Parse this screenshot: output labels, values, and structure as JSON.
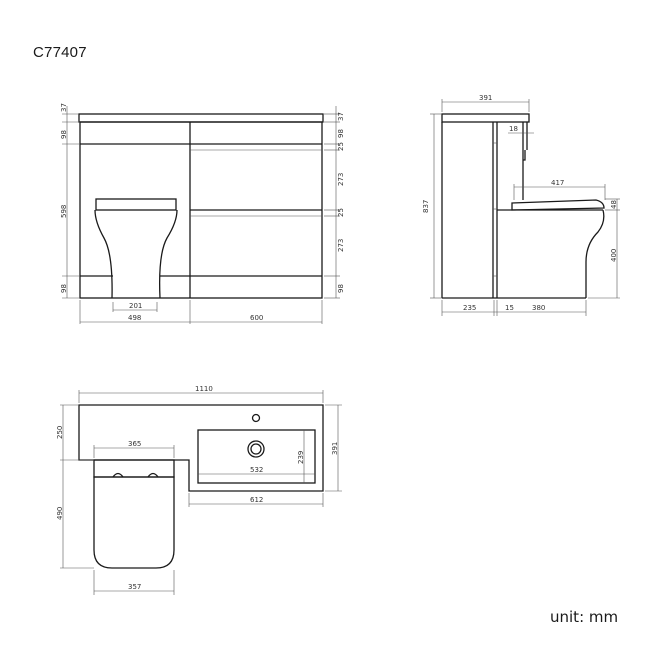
{
  "title": "C77407",
  "unit_label": "unit: mm",
  "front_view": {
    "left_dims": [
      "37",
      "98",
      "598",
      "98"
    ],
    "right_dims": [
      "37",
      "98",
      "25",
      "273",
      "25",
      "273",
      "98"
    ],
    "bottom_dims": {
      "pan_base": "201",
      "toilet_unit": "498",
      "vanity_unit": "600"
    }
  },
  "side_view": {
    "top_width": "391",
    "height": "837",
    "offset_18": "18",
    "seat_depth": "417",
    "seat_height": "48",
    "pan_height": "400",
    "bottom_dims": [
      "235",
      "15",
      "380"
    ]
  },
  "top_view": {
    "overall_width": "1110",
    "left_depth_top": "250",
    "left_depth_bottom": "490",
    "cistern_width": "365",
    "seat_width": "357",
    "basin_width": "532",
    "basin_depth": "239",
    "right_depth": "391",
    "vanity_width": "612"
  }
}
